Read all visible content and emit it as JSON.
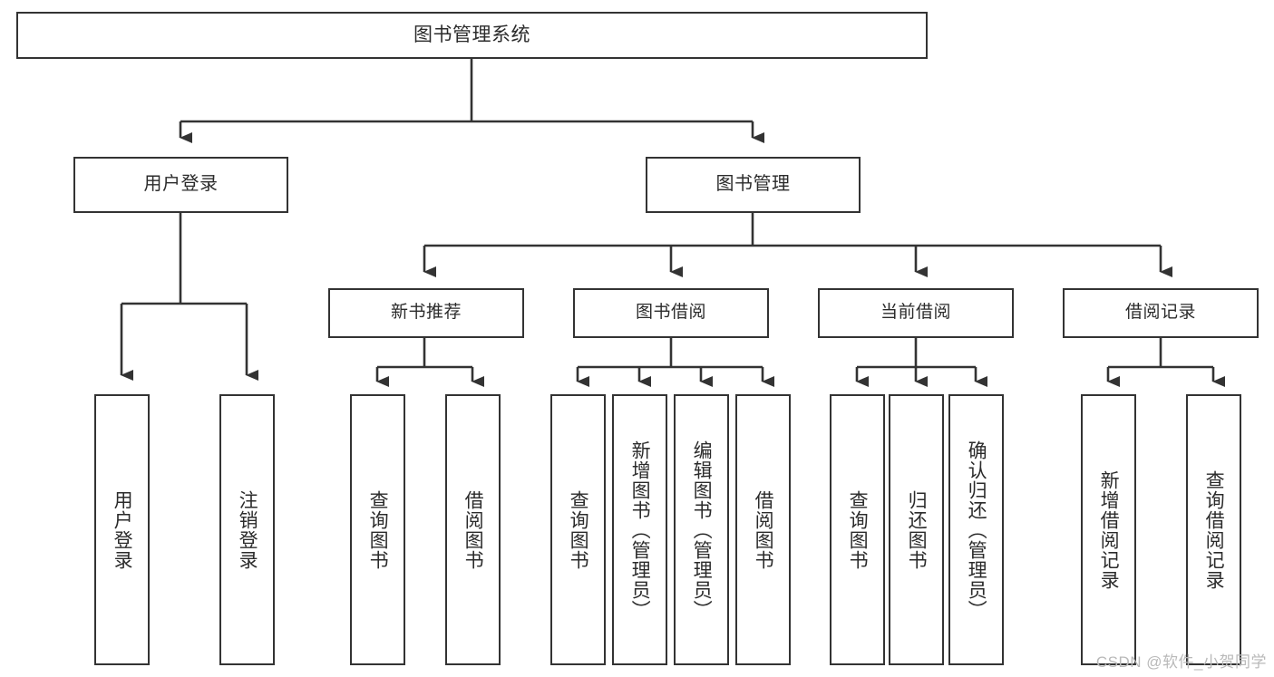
{
  "diagram": {
    "title": "图书管理系统",
    "type": "功能结构图",
    "theme": {
      "box_border": "#333333",
      "box_fill": "#ffffff",
      "edge_color": "#333333",
      "text_color": "#2b2b2b",
      "watermark_color": "#b9b9b9",
      "background": "#ffffff"
    }
  },
  "watermark": {
    "text": "CSDN @软件_小贺同学"
  },
  "nodes": {
    "root": {
      "label": "图书管理系统"
    },
    "level1": [
      {
        "id": "user-login",
        "label": "用户登录"
      },
      {
        "id": "book-manage",
        "label": "图书管理"
      }
    ],
    "level2": [
      {
        "id": "new-book-rec",
        "label": "新书推荐"
      },
      {
        "id": "book-borrow",
        "label": "图书借阅"
      },
      {
        "id": "current-borrow",
        "label": "当前借阅"
      },
      {
        "id": "borrow-record",
        "label": "借阅记录"
      }
    ],
    "leaves": {
      "user_login": [
        {
          "id": "leaf-user-login",
          "label": "用户登录"
        },
        {
          "id": "leaf-logout",
          "label": "注销登录"
        }
      ],
      "new_book_rec": [
        {
          "id": "leaf-query-book-1",
          "label": "查询图书"
        },
        {
          "id": "leaf-borrow-book-1",
          "label": "借阅图书"
        }
      ],
      "book_borrow": [
        {
          "id": "leaf-query-book-2",
          "label": "查询图书"
        },
        {
          "id": "leaf-add-book",
          "label": "新增图书（管理员）"
        },
        {
          "id": "leaf-edit-book",
          "label": "编辑图书（管理员）"
        },
        {
          "id": "leaf-borrow-book-2",
          "label": "借阅图书"
        }
      ],
      "current_borrow": [
        {
          "id": "leaf-query-book-3",
          "label": "查询图书"
        },
        {
          "id": "leaf-return-book",
          "label": "归还图书"
        },
        {
          "id": "leaf-confirm-return",
          "label": "确认归还（管理员）"
        }
      ],
      "borrow_record": [
        {
          "id": "leaf-add-record",
          "label": "新增借阅记录"
        },
        {
          "id": "leaf-query-record",
          "label": "查询借阅记录"
        }
      ]
    }
  }
}
